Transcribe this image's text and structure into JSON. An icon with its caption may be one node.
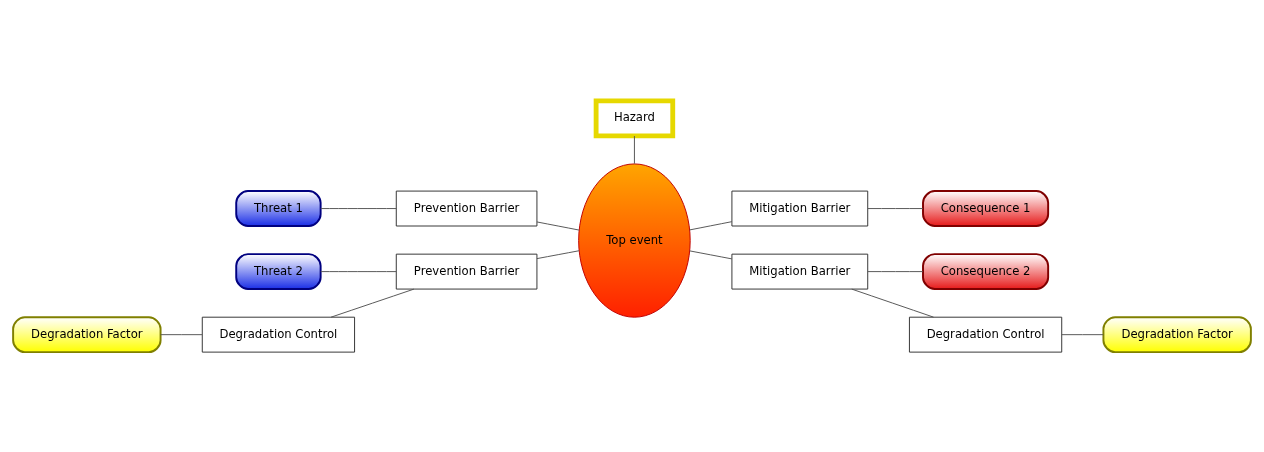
{
  "diagram": {
    "nodes": [
      {
        "text": [
          "Hazard"
        ]
      },
      {
        "text": [
          "Threat 1"
        ]
      },
      {
        "text": [
          "Prevention Barrier"
        ]
      },
      {
        "text": [
          "Threat 2"
        ]
      },
      {
        "text": [
          "Prevention Barrier"
        ]
      },
      {
        "text": [
          "Degradation Factor"
        ]
      },
      {
        "text": [
          "Degradation Control"
        ]
      },
      {
        "text": [
          "Top event"
        ]
      },
      {
        "text": [
          "Mitigation Barrier"
        ]
      },
      {
        "text": [
          "Consequence 1"
        ]
      },
      {
        "text": [
          "Mitigation Barrier"
        ]
      },
      {
        "text": [
          "Consequence 2"
        ]
      },
      {
        "text": [
          "Degradation Control"
        ]
      },
      {
        "text": [
          "Degradation Factor"
        ]
      }
    ],
    "edges": [
      {
        "from": 0,
        "to": 7,
        "arrow": "none"
      },
      {
        "from": 1,
        "to": 2,
        "arrow": "none"
      },
      {
        "from": 2,
        "to": 7,
        "arrow": "none"
      },
      {
        "from": 3,
        "to": 4,
        "arrow": "none"
      },
      {
        "from": 4,
        "to": 7,
        "arrow": "none"
      },
      {
        "from": 5,
        "to": 6,
        "arrow": "none"
      },
      {
        "from": 6,
        "to": 4,
        "arrow": "none"
      },
      {
        "from": 7,
        "to": 8,
        "arrow": "none"
      },
      {
        "from": 8,
        "to": 9,
        "arrow": "none"
      },
      {
        "from": 7,
        "to": 10,
        "arrow": "none"
      },
      {
        "from": 10,
        "to": 11,
        "arrow": "none"
      },
      {
        "from": 10,
        "to": 12,
        "arrow": "none"
      },
      {
        "from": 12,
        "to": 13,
        "arrow": "none"
      }
    ]
  }
}
